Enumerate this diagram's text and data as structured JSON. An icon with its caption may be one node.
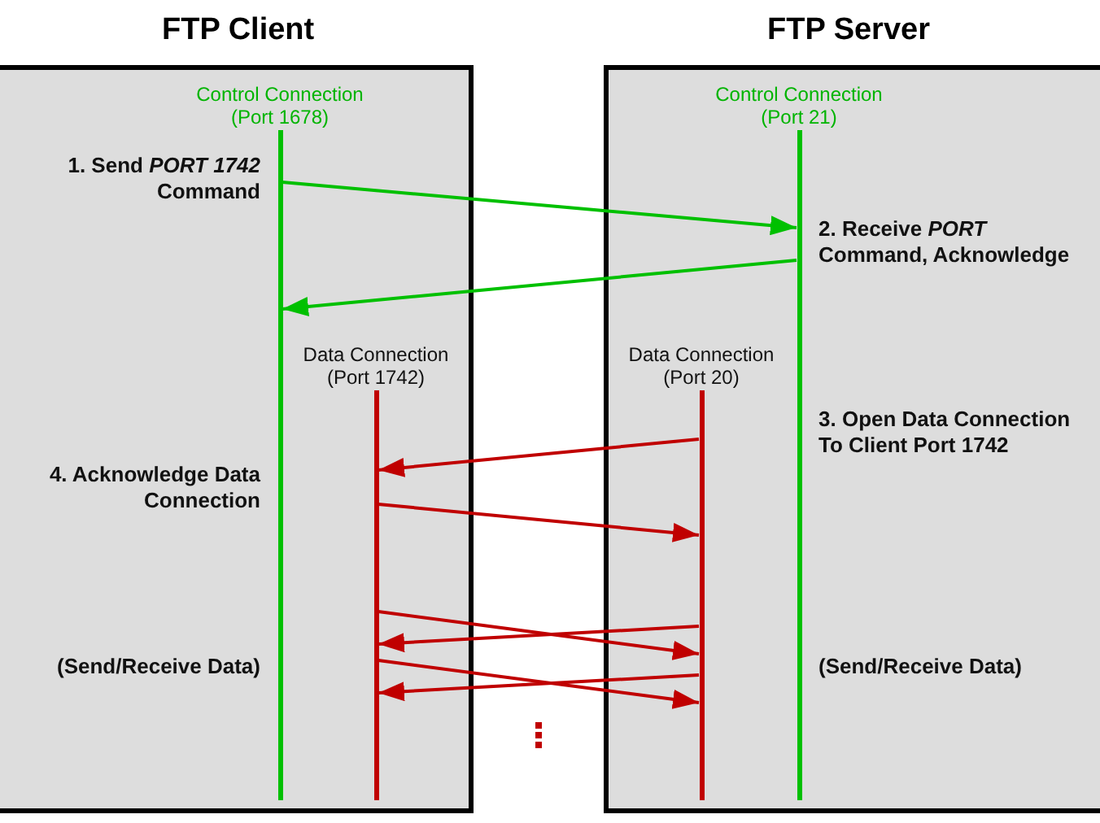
{
  "diagram": {
    "nodes": [
      {
        "text": [
          "FTP Client"
        ]
      },
      {
        "text": [
          "Control Connection (Port 1678)"
        ],
        "in": 0
      },
      {
        "text": [
          "Data Connection (Port 1742)"
        ],
        "in": 0
      },
      {
        "text": [
          "FTP Server"
        ]
      },
      {
        "text": [
          "Data Connection (Port 20)"
        ],
        "in": 3
      },
      {
        "text": [
          "Control Connection (Port 21)"
        ],
        "in": 3
      }
    ],
    "edges": [
      {
        "from": 1,
        "to": 5,
        "arrow": "to",
        "color": "#00c000"
      },
      {
        "from": 5,
        "to": 1,
        "arrow": "to",
        "color": "#00c000"
      },
      {
        "from": 4,
        "to": 2,
        "arrow": "to"
      },
      {
        "from": 2,
        "to": 4,
        "arrow": "to"
      },
      {
        "from": 2,
        "to": 4,
        "arrow": "to"
      },
      {
        "from": 4,
        "to": 2,
        "arrow": "to"
      },
      {
        "from": 2,
        "to": 4,
        "arrow": "to"
      },
      {
        "from": 4,
        "to": 2,
        "arrow": "to"
      }
    ],
    "labels": [
      "1. Send *PORT 1742* Command",
      "2. Receive *PORT* Command, Acknowledge",
      "3. Open Data Connection To Client Port 1742",
      "4. Acknowledge Data Connection",
      "(Send/Receive Data)",
      "(Send/Receive Data)"
    ]
  }
}
